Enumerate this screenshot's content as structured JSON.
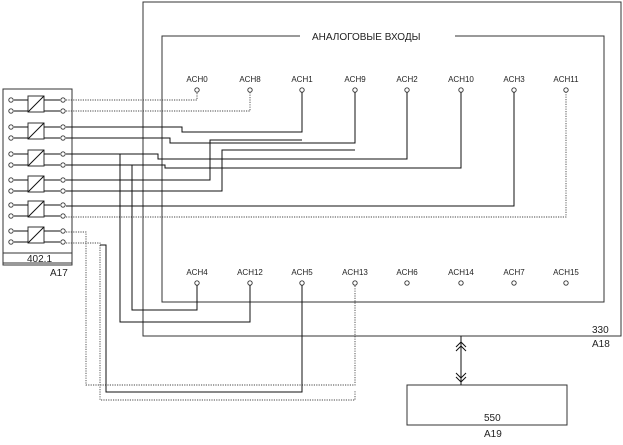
{
  "groups": {
    "analog_inputs_title": "АНАЛОГОВЫЕ ВХОДЫ"
  },
  "modules": {
    "a17": {
      "model": "402.1",
      "ref": "A17"
    },
    "a18": {
      "model": "330",
      "ref": "A18"
    },
    "a19": {
      "model": "550",
      "ref": "A19"
    }
  },
  "channels_top": [
    "ACH0",
    "ACH8",
    "ACH1",
    "ACH9",
    "ACH2",
    "ACH10",
    "ACH3",
    "ACH11"
  ],
  "channels_bottom": [
    "ACH4",
    "ACH12",
    "ACH5",
    "ACH13",
    "ACH6",
    "ACH14",
    "ACH7",
    "ACH15"
  ]
}
